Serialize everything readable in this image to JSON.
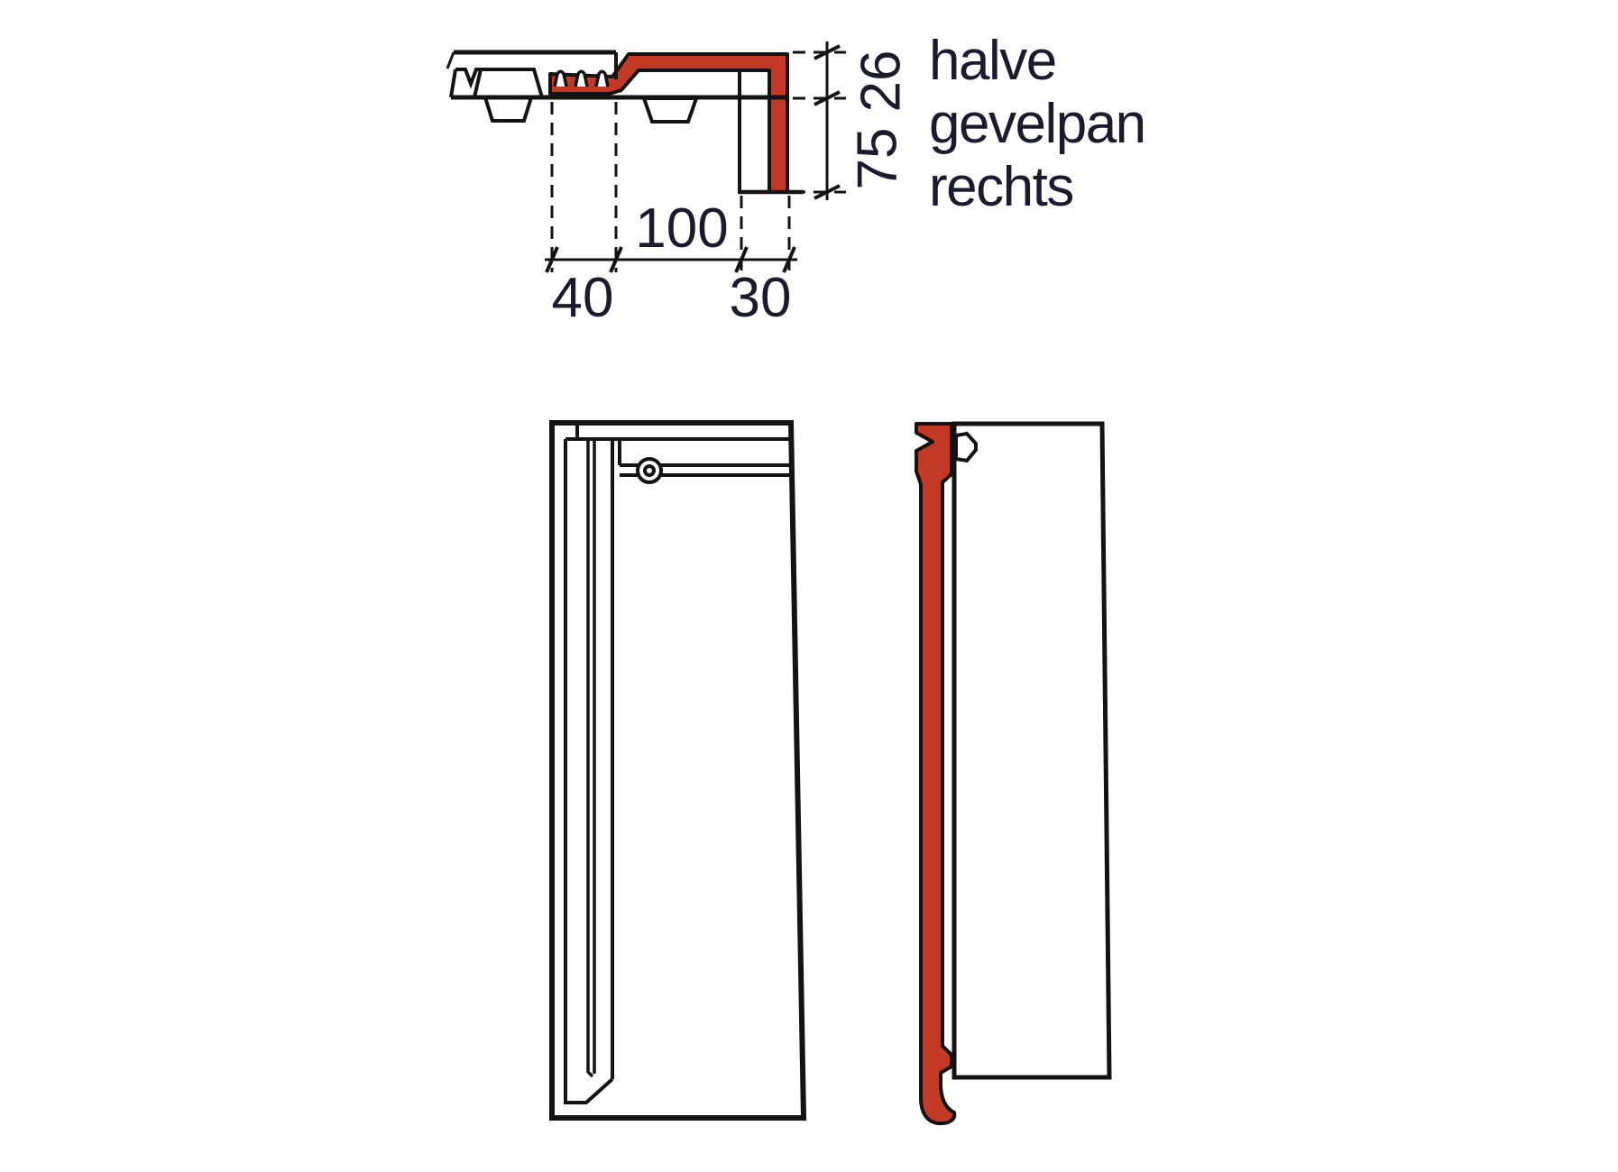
{
  "title": {
    "line1": "halve",
    "line2": "gevelpan",
    "line3": "rechts"
  },
  "dimensions": {
    "interlock_width": "40",
    "cover_width": "100",
    "edge_width": "30",
    "top_thickness": "26",
    "flange_height": "75"
  },
  "colors": {
    "highlight-red": "#c23a26",
    "line-black": "#131313",
    "label-navy": "#1a1c2e",
    "background": "#ffffff"
  }
}
